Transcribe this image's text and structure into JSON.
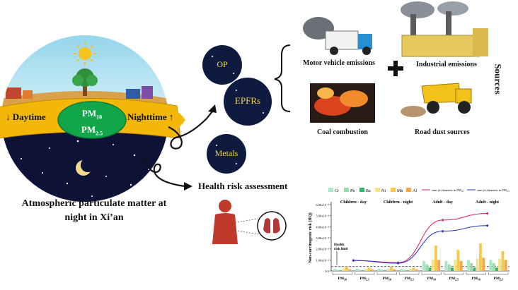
{
  "globe": {
    "pm10": "PM",
    "pm10_sub": "10",
    "pm25": "PM",
    "pm25_sub": "2.5",
    "daytime": "Daytime",
    "nighttime": "Nighttime",
    "caption_line1": "Atmospheric particulate matter at",
    "caption_line2": "night in Xi’an"
  },
  "bubbles": {
    "op": "OP",
    "epfrs": "EPFRs",
    "metals": "Metals"
  },
  "sources": {
    "heading": "Sources",
    "motor": "Motor vehicle emissions",
    "industrial": "Industrial emissions",
    "coal": "Coal combustion",
    "road": "Road dust sources",
    "plus": "+"
  },
  "health": {
    "title": "Health risk assessment"
  },
  "colors": {
    "night_sky": "#0d1336",
    "day_sky": "#bfe6f3",
    "band": "#f2b707",
    "band_green": "#11a64a",
    "bubble": "#0f1a3f",
    "Cr": "#a8e6c9",
    "Pb": "#9bd9a5",
    "Ba": "#39b36a",
    "Ni": "#f7e28a",
    "Mn": "#f6c94a",
    "Al": "#f5a64a",
    "line_pm10": "#d81b60",
    "line_pm25": "#1d2fc8"
  },
  "chart_data": {
    "type": "bar",
    "ylabel": "Non-carcinogenic risk (HQ)",
    "ylim": [
      0,
      0.0006
    ],
    "yticks": [
      "0.0",
      "1.00x10⁻⁴",
      "2.00x10⁻⁴",
      "3.00x10⁻⁴",
      "4.00x10⁻⁴",
      "5.00x10⁻⁴",
      "6.00x10⁻⁴"
    ],
    "health_limit_label": [
      "Health",
      "risk limit"
    ],
    "groups": [
      "Children - day",
      "Children - night",
      "Adult - day",
      "Adult - night"
    ],
    "categories": [
      "PM10",
      "PM2.5",
      "PM10",
      "PM2.5",
      "PM10",
      "PM2.5",
      "PM10",
      "PM2.5"
    ],
    "category_labels": [
      {
        "base": "PM",
        "sub": "10"
      },
      {
        "base": "PM",
        "sub": "2.5"
      },
      {
        "base": "PM",
        "sub": "10"
      },
      {
        "base": "PM",
        "sub": "2.5"
      },
      {
        "base": "PM",
        "sub": "10"
      },
      {
        "base": "PM",
        "sub": "2.5"
      },
      {
        "base": "PM",
        "sub": "10"
      },
      {
        "base": "PM",
        "sub": "2.5"
      }
    ],
    "bar_series": [
      {
        "name": "Cr",
        "color": "#a8e6c9",
        "values": [
          2e-05,
          2e-05,
          2e-05,
          2e-05,
          9e-05,
          9e-05,
          0.0001,
          0.0001
        ]
      },
      {
        "name": "Pb",
        "color": "#9bd9a5",
        "values": [
          1e-05,
          1e-05,
          1e-05,
          1e-05,
          6e-05,
          6e-05,
          7e-05,
          7e-05
        ]
      },
      {
        "name": "Ba",
        "color": "#39b36a",
        "values": [
          5e-06,
          5e-06,
          5e-06,
          5e-06,
          3e-05,
          3e-05,
          3e-05,
          3e-05
        ]
      },
      {
        "name": "Ni",
        "color": "#f7e28a",
        "values": [
          2e-05,
          2e-05,
          2e-05,
          2e-05,
          0.0001,
          0.0001,
          0.00011,
          0.00011
        ]
      },
      {
        "name": "Mn",
        "color": "#f6c94a",
        "values": [
          4e-05,
          3e-05,
          4e-05,
          3e-05,
          0.00023,
          0.00019,
          0.00025,
          0.00018
        ]
      },
      {
        "name": "Al",
        "color": "#f5a64a",
        "values": [
          1.5e-05,
          1.5e-05,
          1.5e-05,
          1.5e-05,
          0.0001,
          9e-05,
          0.00012,
          0.0001
        ]
      }
    ],
    "line_series": [
      {
        "name": "sum of elements in PM",
        "name_sub": "10",
        "color": "#d81b60",
        "x": [
          0,
          2,
          4,
          6
        ],
        "values": [
          9.5e-05,
          7.5e-05,
          0.00046,
          0.00052
        ]
      },
      {
        "name": "sum of elements in PM",
        "name_sub": "2.5",
        "color": "#1d2fc8",
        "x": [
          0,
          2,
          4,
          6
        ],
        "values": [
          9.5e-05,
          7e-05,
          0.00036,
          0.00041
        ]
      }
    ],
    "threshold": 4e-05,
    "grid": false,
    "legend_position": "top"
  }
}
